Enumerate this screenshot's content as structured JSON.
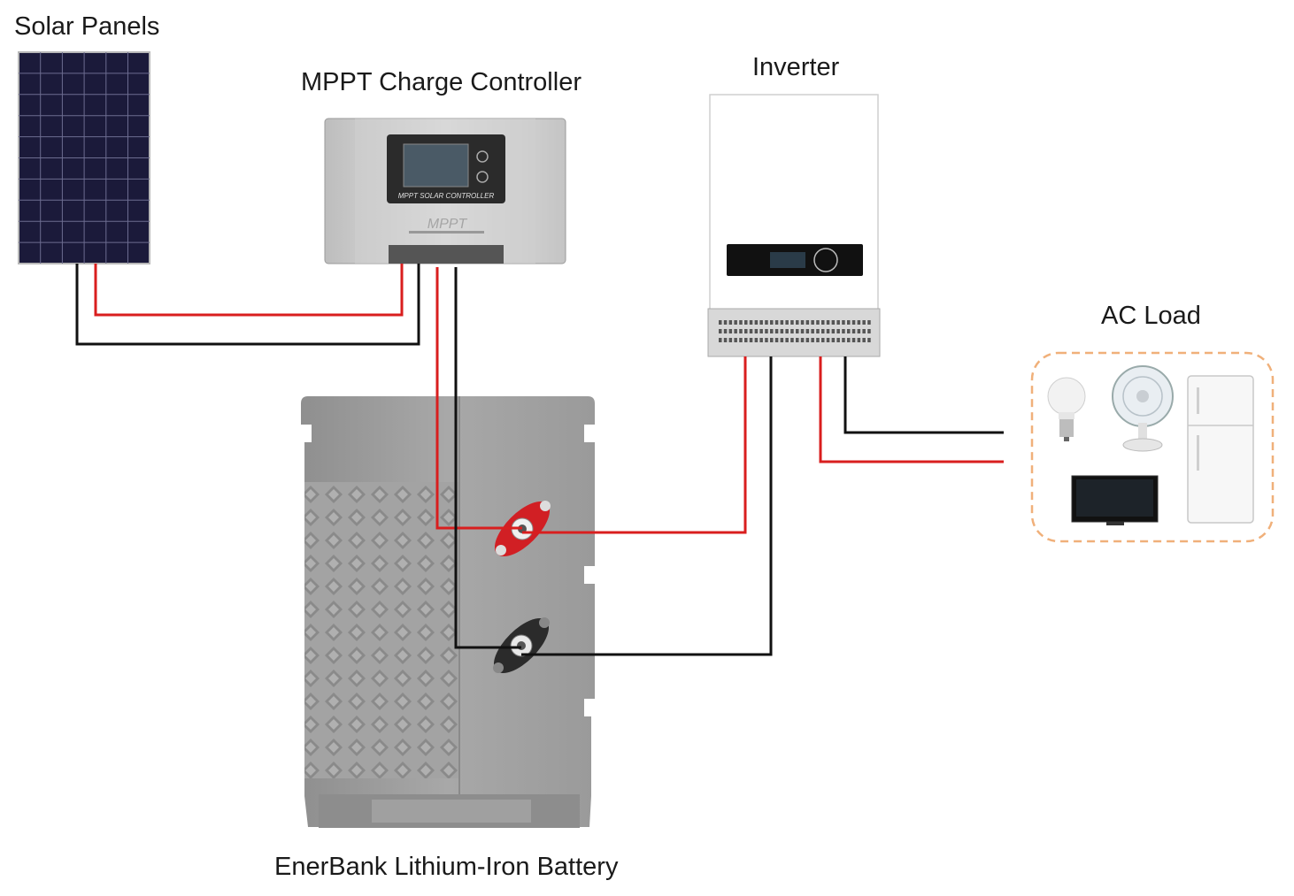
{
  "labels": {
    "solar_panels": "Solar Panels",
    "charge_controller": "MPPT Charge Controller",
    "inverter": "Inverter",
    "ac_load": "AC Load",
    "battery": "EnerBank Lithium-Iron Battery"
  },
  "controller_brand": "MPPT",
  "controller_subtitle": "MPPT SOLAR CONTROLLER",
  "colors": {
    "positive_wire": "#d91e1e",
    "negative_wire": "#111111",
    "load_border": "#f0b07a",
    "battery_body": "#9e9e9e",
    "panel_cell": "#1b1a3a"
  }
}
